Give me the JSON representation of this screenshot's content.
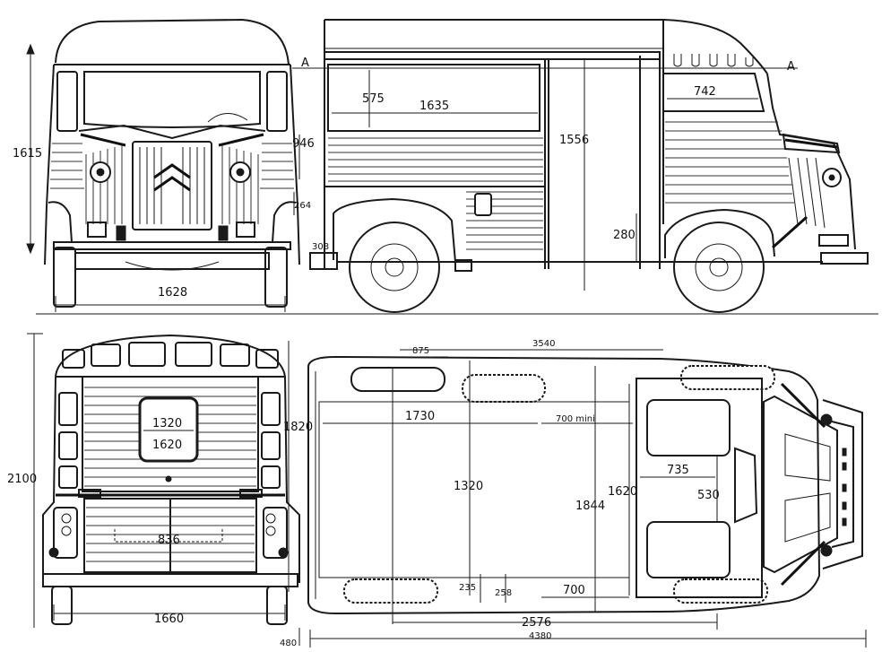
{
  "drawing": {
    "section_marker_left": "A",
    "section_marker_right": "A",
    "front_view": {
      "height": "1615",
      "track": "1628",
      "dim_946": "946",
      "dim_264": "264"
    },
    "side_view": {
      "window_height": "575",
      "window_length": "1635",
      "cab_length": "742",
      "interior_height": "1556",
      "floor_height": "280",
      "dim_small": "308"
    },
    "rear_view": {
      "door_height": "1320",
      "door_width": "1620",
      "total_height": "1820",
      "width": "2100",
      "bumper": "836",
      "track": "1660",
      "overhang": "480"
    },
    "plan_view": {
      "top_dim_a": "875",
      "top_dim_b": "3540",
      "cargo_length": "1730",
      "min_dim": "700 mini",
      "cargo_width": "1320",
      "seat_depth": "735",
      "seat_gap": "530",
      "width_inner": "1620",
      "width_outer": "1844",
      "dim_235": "235",
      "dim_258": "258",
      "dim_700": "700",
      "wheelbase": "2576",
      "length": "4380"
    }
  }
}
